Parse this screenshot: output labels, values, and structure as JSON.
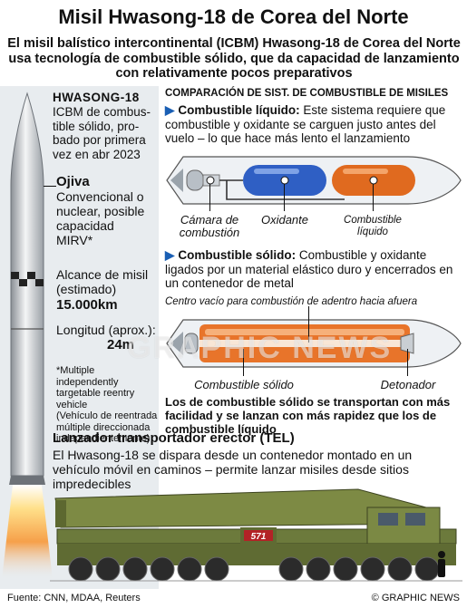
{
  "title": "Misil Hwasong-18 de Corea del Norte",
  "subtitle": "El misil balístico intercontinental (ICBM) Hwasong-18 de Corea del Norte usa tecnología de combustible sólido, que da capacidad de lanzamiento con relativamente pocos preparativos",
  "missile": {
    "name": "HWASONG-18",
    "desc": "ICBM de combus-tible sólido, pro-bado por primera vez en abr 2023",
    "warhead_title": "Ojiva",
    "warhead_text": "Convencional o nuclear, posible capacidad MIRV*",
    "range_label": "Alcance de misil (estimado)",
    "range_value": "15.000km",
    "length_label": "Longitud (aprox.):",
    "length_value": "24m",
    "footnote_en": "*Multiple independently targetable reentry vehicle",
    "footnote_es": "(Vehículo de reentrada múltiple direccionada independientemente)"
  },
  "comparison": {
    "heading": "COMPARACIÓN DE SIST. DE COMBUSTIBLE DE MISILES",
    "liquid_title": "Combustible líquido:",
    "liquid_text": "Este sistema requiere que combustible y oxidante se carguen justo antes del vuelo – lo que hace más lento el lanzamiento",
    "liquid_labels": {
      "chamber": "Cámara de combustión",
      "oxidizer": "Oxidante",
      "fuel": "Combustible líquido"
    },
    "solid_title": "Combustible sólido:",
    "solid_text": "Combustible y oxidante ligados por un material elástico duro y encerrados en un contenedor de metal",
    "solid_center_note": "Centro vacío para combustión de adentro hacia afuera",
    "solid_labels": {
      "fuel": "Combustible sólido",
      "detonator": "Detonador"
    },
    "conclusion": "Los de combustible sólido se transportan con más facilidad y se lanzan con más rapidez que los de combustible líquido"
  },
  "tel": {
    "title": "Lanzador transportador erector (TEL)",
    "text": "El Hwasong-18 se dispara desde un contenedor montado en un vehículo móvil en caminos – permite lanzar misiles desde sitios impredecibles",
    "vehicle_number": "571"
  },
  "watermark": "GRAPHIC NEWS",
  "footer": {
    "source": "Fuente: CNN, MDAA, Reuters",
    "credit": "© GRAPHIC NEWS"
  },
  "colors": {
    "oxidizer": "#2f5fc4",
    "liquid_fuel": "#e06a1f",
    "solid_fuel": "#e8742a",
    "vehicle_green": "#6c7a3c",
    "panel_grey": "#e8ecef",
    "accent_blue": "#1a5fb4"
  }
}
